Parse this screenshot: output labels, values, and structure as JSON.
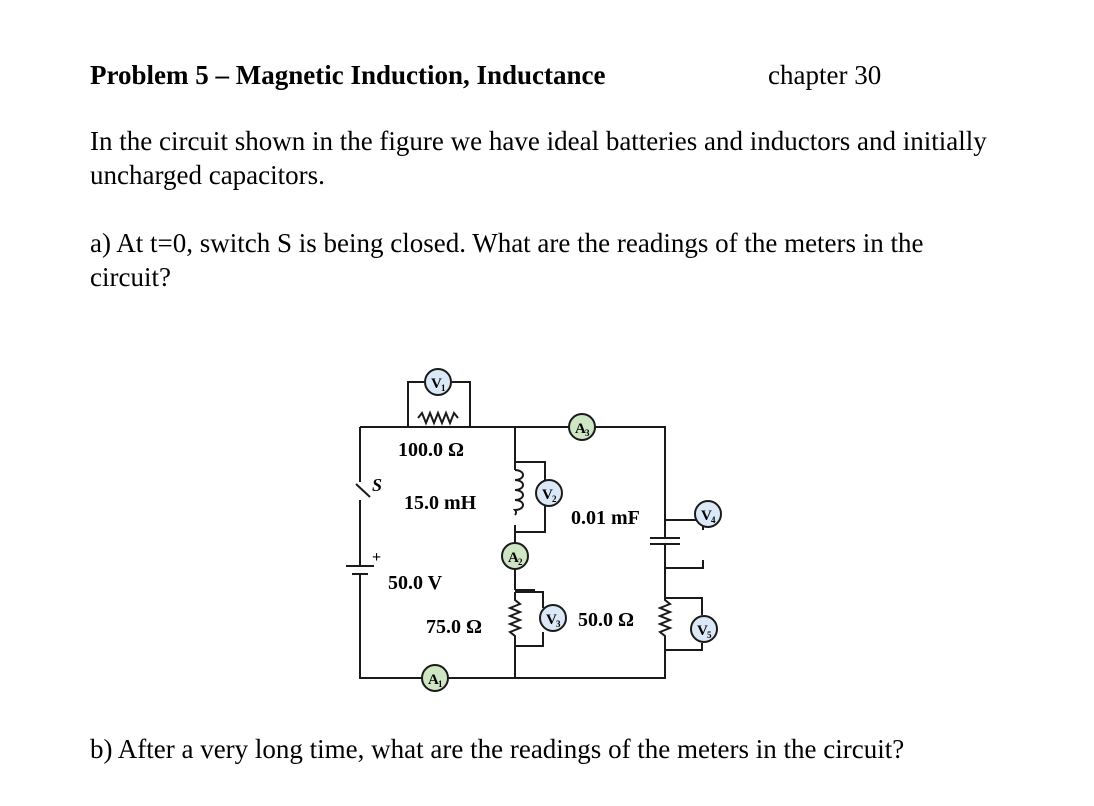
{
  "header": {
    "title": "Problem 5 – Magnetic Induction, Inductance",
    "chapter": "chapter 30"
  },
  "intro": "In the circuit shown in the figure we have ideal batteries and inductors and initially uncharged capacitors.",
  "part_a": "a) At t=0, switch S is being closed. What are the readings of the meters in the circuit?",
  "part_b": "b) After a very long time, what are the readings of the meters in the circuit?",
  "figure": {
    "switch_label": "S",
    "resistor_top": "100.0 Ω",
    "inductor": "15.0 mH",
    "battery": "50.0 V",
    "battery_plus": "+",
    "capacitor": "0.01 mF",
    "resistor_left": "75.0 Ω",
    "resistor_right": "50.0 Ω",
    "meters": {
      "V1": {
        "letter": "V",
        "sub": "1"
      },
      "V2": {
        "letter": "V",
        "sub": "2"
      },
      "V3": {
        "letter": "V",
        "sub": "3"
      },
      "V4": {
        "letter": "V",
        "sub": "4"
      },
      "V5": {
        "letter": "V",
        "sub": "5"
      },
      "A1": {
        "letter": "A",
        "sub": "1"
      },
      "A2": {
        "letter": "A",
        "sub": "2"
      },
      "A3": {
        "letter": "A",
        "sub": "3"
      }
    },
    "colors": {
      "voltmeter_fill": "#dbe8f7",
      "ammeter_fill": "#cfe6c4",
      "wire": "#1a1a1a"
    }
  }
}
